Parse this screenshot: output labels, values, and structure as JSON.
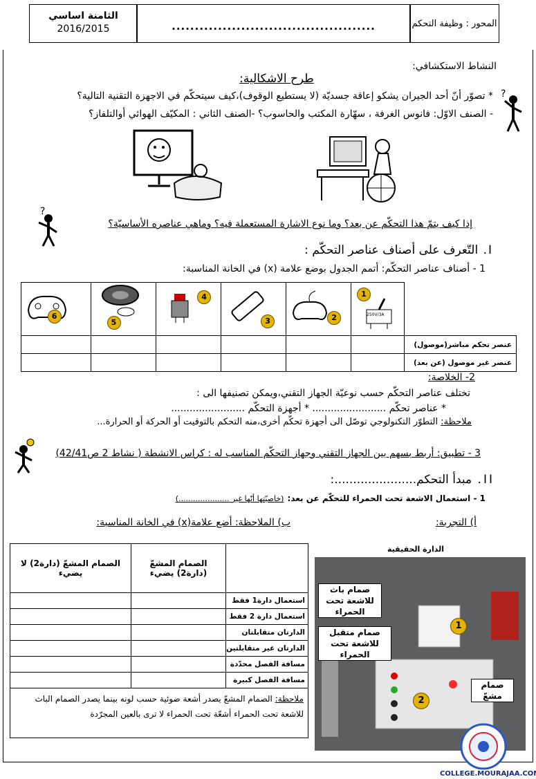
{
  "header": {
    "grade": "الثامنة اساسي",
    "year": "2016/2015",
    "dots": "............................................",
    "axis": "المحور : وظيفة التحكم"
  },
  "activity_title": "النشاط الاستكشافي:",
  "problem": {
    "title": "طرح الاشكالية:",
    "line1": "* تصوّر أنّ أحد الجيران يشكو إعاقة جسديّة (لا يستطيع الوقوف)،كيف سيتحكّم في الاجهزة التقنية التالية؟",
    "line2": "- الصنف الاوّل: فانوس الغرفة ، سهّارة المكتب والحاسوب؟ -الصنف الثاني : المكيّف الهوائي أوالتلفاز؟",
    "question": "إذا كيف يتمّ هذا التحكّم عن بعد؟ وما نوع الاشارة المستعملة فيه؟ وماهي عناصره الأساسيّة؟"
  },
  "section1": {
    "title": "I. التّعرف على أصناف عناصر التحكّم :",
    "sub1": "1 - أصناف عناصر التحكّم: أتمم الجدول بوضع علامة (x) في الخانة المناسبة:",
    "row1_label": "عنصر تحكم مباشر(موصول)",
    "row2_label": "عنصر غير موصول (عن بعد)",
    "badges": [
      "1",
      "2",
      "3",
      "4",
      "5",
      "6"
    ],
    "switch_label": "250V/3A"
  },
  "summary": {
    "title": "2- الخلاصة:",
    "line1": "تختلف عناصر التحكّم حسب نوعيّة الجهاز التقني،ويمكن تصنيفها الى :",
    "line2": "* عناصر تحكّم ........................ * أجهزة التحكّم ........................",
    "note_label": "ملاحظة:",
    "note_text": "التطوّر التكنولوجي توصّل الى أجهزة تحكّم أخرى،منه التحكم بالتوقيت أو الحركة أو الحرارة..."
  },
  "application": {
    "text": "3 - تطبيق: أربط بسهم بين الجهاز التقني وجهاز التحكّم المناسب له : كراس الانشطة ( نشاط 2 ص42/41)"
  },
  "section2": {
    "title": "II. مبدأ التحكم......................:",
    "sub1": "1 - استعمال الاشعة تحت الحمراء للتحكّم عن بعد:",
    "sub1_hint": "(خاصيّتها أنّها غير .....................)",
    "experiment": "أ) التجربة:",
    "observation": "ب) الملاحظة: أضع علامة(x) في الخانة المناسبة:",
    "photo_title": "الدارة الحقيقية",
    "photo_labels": {
      "receiver": "صمام باث للاشعة تحت الحمراء",
      "emitter": "صمام متقبل للاشعة تحت الحمراء",
      "led": "صمام مشعّ",
      "n1": "1",
      "n2": "2"
    },
    "table": {
      "col1": "الصمام المشعّ (دارة2) يضيء",
      "col2": "الصمام المشعّ (دارة2) لا يضيء",
      "rows": [
        "استعمال دارة1 فقط",
        "استعمال دارة 2 فقط",
        "الدارتان متقابلتان",
        "الدارتان غير متقابلتين",
        "مسافة الفصل محدّدة",
        "مسافة الفصل كبيرة"
      ]
    },
    "note_label": "ملاحظة:",
    "note_text": "الصمام المشعّ يصدر أشعة ضوئية حسب لونه بينما يصدر الصمام الباث للاشعة تحت الحمراء أشعّة تحت الحمراء لا ترى بالعين المجرّدة"
  },
  "footer": "COLLEGE.MOURAJAA.COM",
  "colors": {
    "badge": "#e3b300",
    "footer": "#1b2b7a"
  }
}
